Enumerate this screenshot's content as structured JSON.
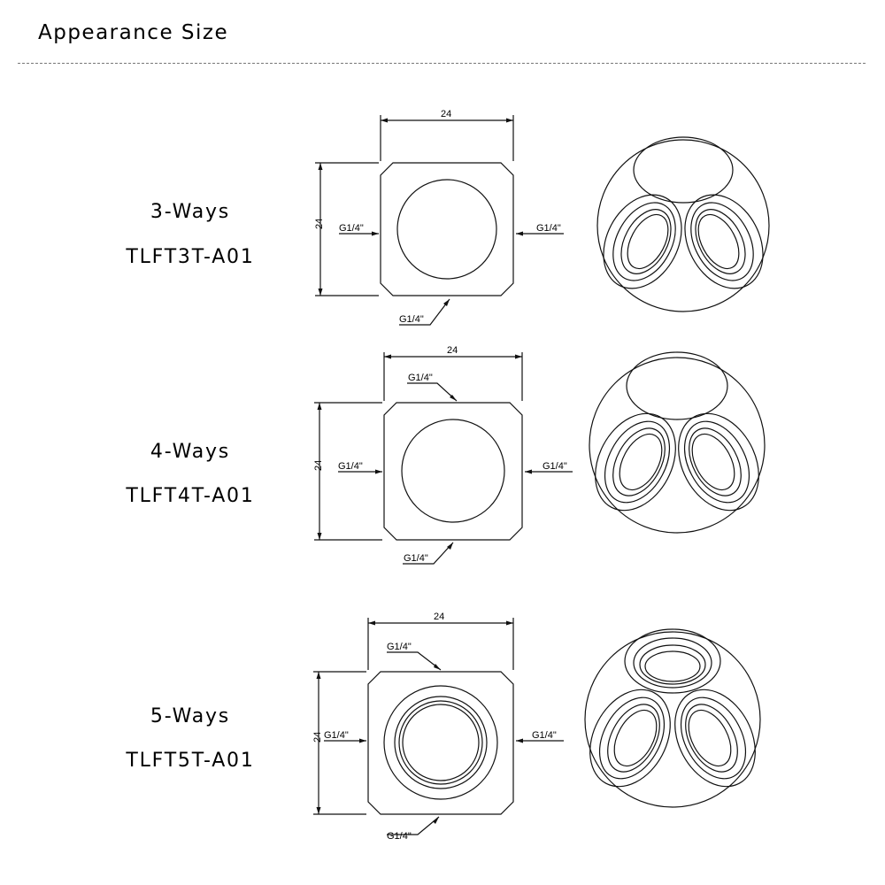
{
  "page_title": "Appearance Size",
  "rows": [
    {
      "name": "3-Ways",
      "model": "TLFT3T-A01",
      "width": "24",
      "height": "24",
      "port_left": "G1/4\"",
      "port_right": "G1/4\"",
      "port_bottom": "G1/4\""
    },
    {
      "name": "4-Ways",
      "model": "TLFT4T-A01",
      "width": "24",
      "height": "24",
      "port_top": "G1/4\"",
      "port_left": "G1/4\"",
      "port_right": "G1/4\"",
      "port_bottom": "G1/4\""
    },
    {
      "name": "5-Ways",
      "model": "TLFT5T-A01",
      "width": "24",
      "height": "24",
      "port_top": "G1/4\"",
      "port_left": "G1/4\"",
      "port_right": "G1/4\"",
      "port_bottom": "G1/4\""
    }
  ]
}
